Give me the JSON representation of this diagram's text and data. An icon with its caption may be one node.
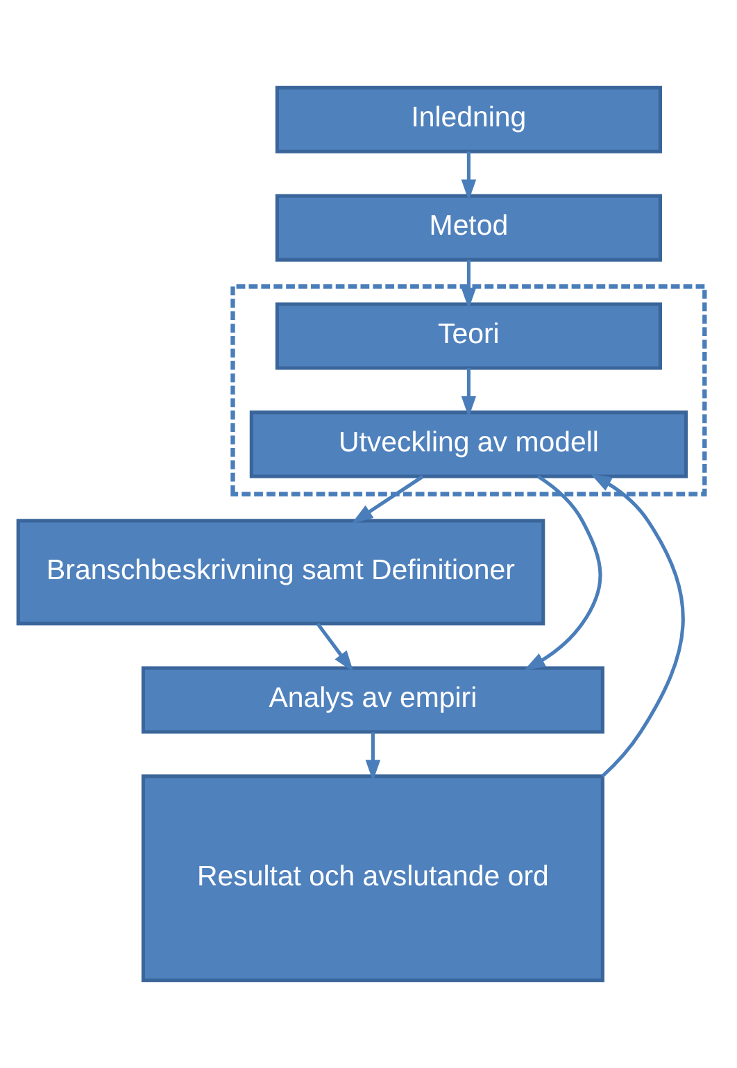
{
  "diagram": {
    "nodes": [
      {
        "text": [
          "Inledning"
        ]
      },
      {
        "text": [
          "Metod"
        ]
      },
      {
        "text": [],
        "shape": "box"
      },
      {
        "text": [
          "Teori"
        ],
        "in": 2
      },
      {
        "text": [
          "Utveckling av modell"
        ],
        "in": 2
      },
      {
        "text": [
          "Branschbeskrivning samt Definitioner"
        ]
      },
      {
        "text": [
          "Analys av empiri"
        ]
      },
      {
        "text": [
          "Resultat och avslutande ord"
        ]
      }
    ],
    "edges": [
      {
        "from": 0,
        "to": 1,
        "arrow": "to"
      },
      {
        "from": 1,
        "to": 3,
        "arrow": "to"
      },
      {
        "from": 3,
        "to": 4,
        "arrow": "to"
      },
      {
        "from": 4,
        "to": 5,
        "arrow": "to"
      },
      {
        "from": 5,
        "to": 6,
        "arrow": "to"
      },
      {
        "from": 6,
        "to": 7,
        "arrow": "to"
      },
      {
        "from": 4,
        "to": 6,
        "arrow": "to"
      },
      {
        "from": 7,
        "to": 4,
        "arrow": "to"
      }
    ]
  }
}
